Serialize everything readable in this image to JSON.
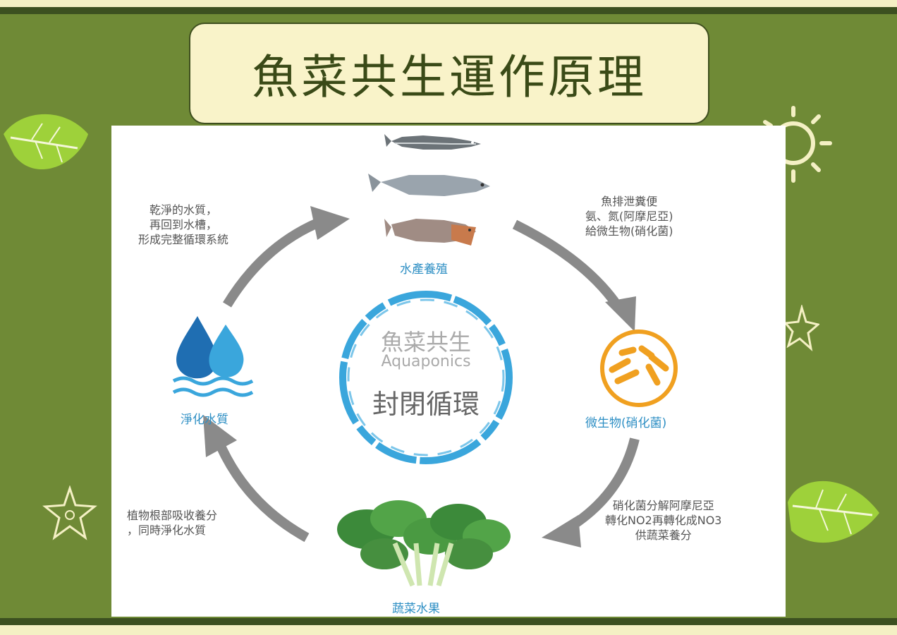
{
  "title": "魚菜共生運作原理",
  "center": {
    "title_cn": "魚菜共生",
    "title_en": "Aquaponics",
    "subtitle": "封閉循環"
  },
  "nodes": {
    "aquaculture": "水產養殖",
    "microbes": "微生物(硝化菌)",
    "vegetables": "蔬菜水果",
    "water": "淨化水質"
  },
  "notes": {
    "fish_to_microbes": [
      "魚排泄糞便",
      "氨、氮(阿摩尼亞)",
      "給微生物(硝化菌)"
    ],
    "microbes_to_veg": [
      "硝化菌分解阿摩尼亞",
      "轉化NO2再轉化成NO3",
      "供蔬菜養分"
    ],
    "veg_to_water": [
      "植物根部吸收養分",
      "，同時淨化水質"
    ],
    "water_to_fish": [
      "乾淨的水質，",
      "再回到水槽，",
      "形成完整循環系統"
    ]
  },
  "colors": {
    "background": "#6f8a36",
    "title_bg": "#f9f3c9",
    "arrow": "#8a8a8a",
    "ring": "#3aa6dc",
    "label": "#2e8fc4",
    "microbe": "#f0a020"
  }
}
